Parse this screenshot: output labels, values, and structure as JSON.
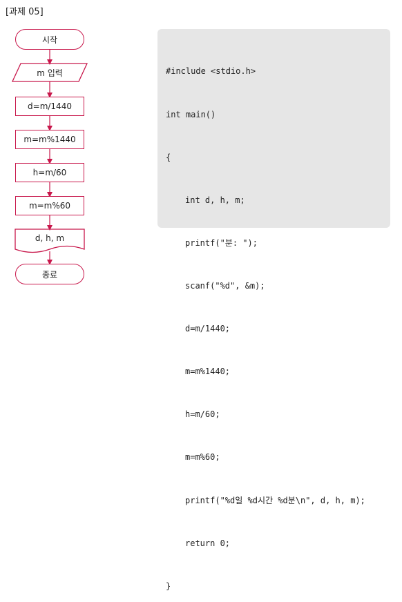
{
  "title": "[과제 05]",
  "flowchart": {
    "nodes": [
      {
        "id": "start",
        "shape": "terminal",
        "label": "시작"
      },
      {
        "id": "input",
        "shape": "io",
        "label": "m 입력"
      },
      {
        "id": "p1",
        "shape": "process",
        "label": "d=m/1440"
      },
      {
        "id": "p2",
        "shape": "process",
        "label": "m=m%1440"
      },
      {
        "id": "p3",
        "shape": "process",
        "label": "h=m/60"
      },
      {
        "id": "p4",
        "shape": "process",
        "label": "m=m%60"
      },
      {
        "id": "output",
        "shape": "document",
        "label": "d, h, m"
      },
      {
        "id": "end",
        "shape": "terminal",
        "label": "종료"
      }
    ],
    "colors": {
      "border": "#c8174b",
      "arrow": "#c8174b"
    }
  },
  "code": {
    "lines": [
      "#include <stdio.h>",
      "int main()",
      "{",
      "int d, h, m;",
      "printf(\"분: \");",
      "scanf(\"%d\", &m);",
      "d=m/1440;",
      "m=m%1440;",
      "h=m/60;",
      "m=m%60;",
      "printf(\"%d일 %d시간 %d분\\n\", d, h, m);",
      "return 0;",
      "}"
    ],
    "background": "#e6e6e6"
  }
}
